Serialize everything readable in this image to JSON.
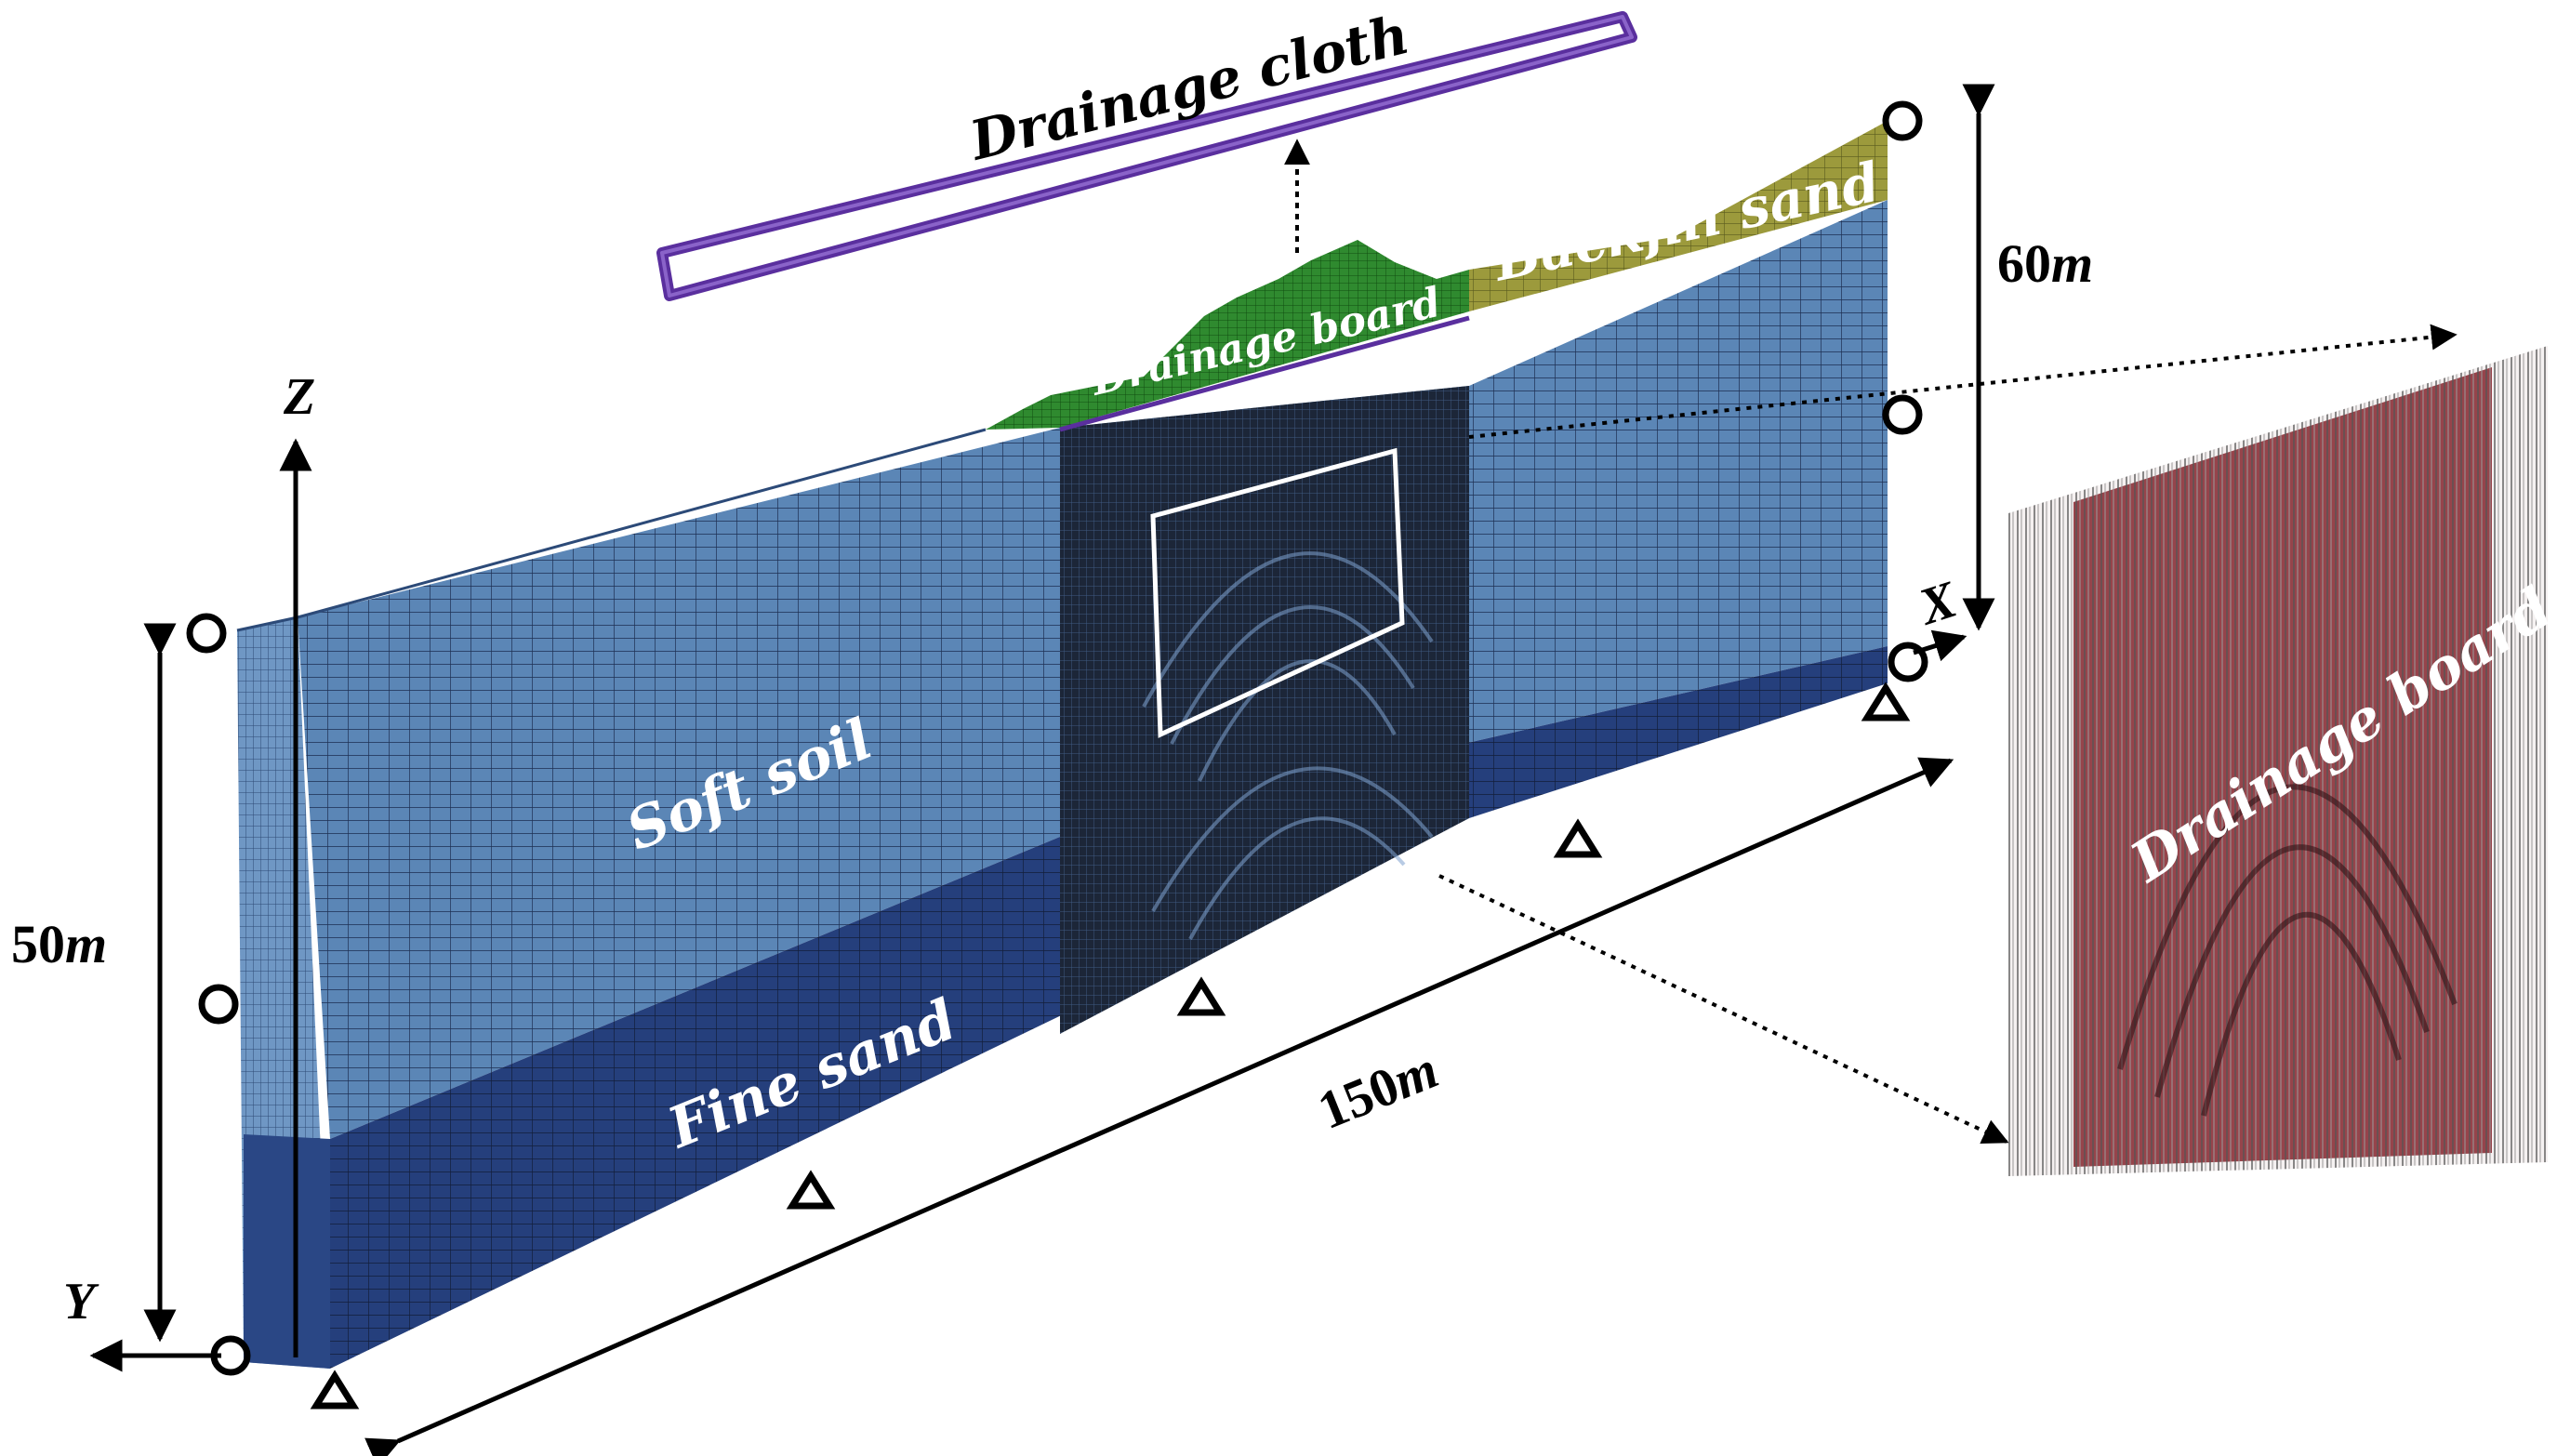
{
  "figure": {
    "labels": {
      "drainage_cloth": "Drainage cloth",
      "backfill_sand": "Backfill sand",
      "drainage_board_top": "Drainage board",
      "soft_soil": "Soft soil",
      "fine_sand": "Fine sand",
      "drainage_board_detail": "Drainage board"
    },
    "dimensions": {
      "height_left_value": "50",
      "height_right_value": "60",
      "length_value": "150",
      "unit": "m"
    },
    "axes": {
      "x": "X",
      "y": "Y",
      "z": "Z"
    },
    "colors": {
      "soft_soil": "#5b86b6",
      "fine_sand": "#253f7c",
      "backfill_sand": "#9c9a3c",
      "drainage_board_mound": "#2f8a2f",
      "drainage_cloth": "#5a2f9e",
      "drainage_board_detail": "#8c3138",
      "highlight_box": "#ffffff"
    },
    "legend_icons": [
      "roller-support-circle-icon",
      "pin-support-triangle-icon"
    ]
  }
}
